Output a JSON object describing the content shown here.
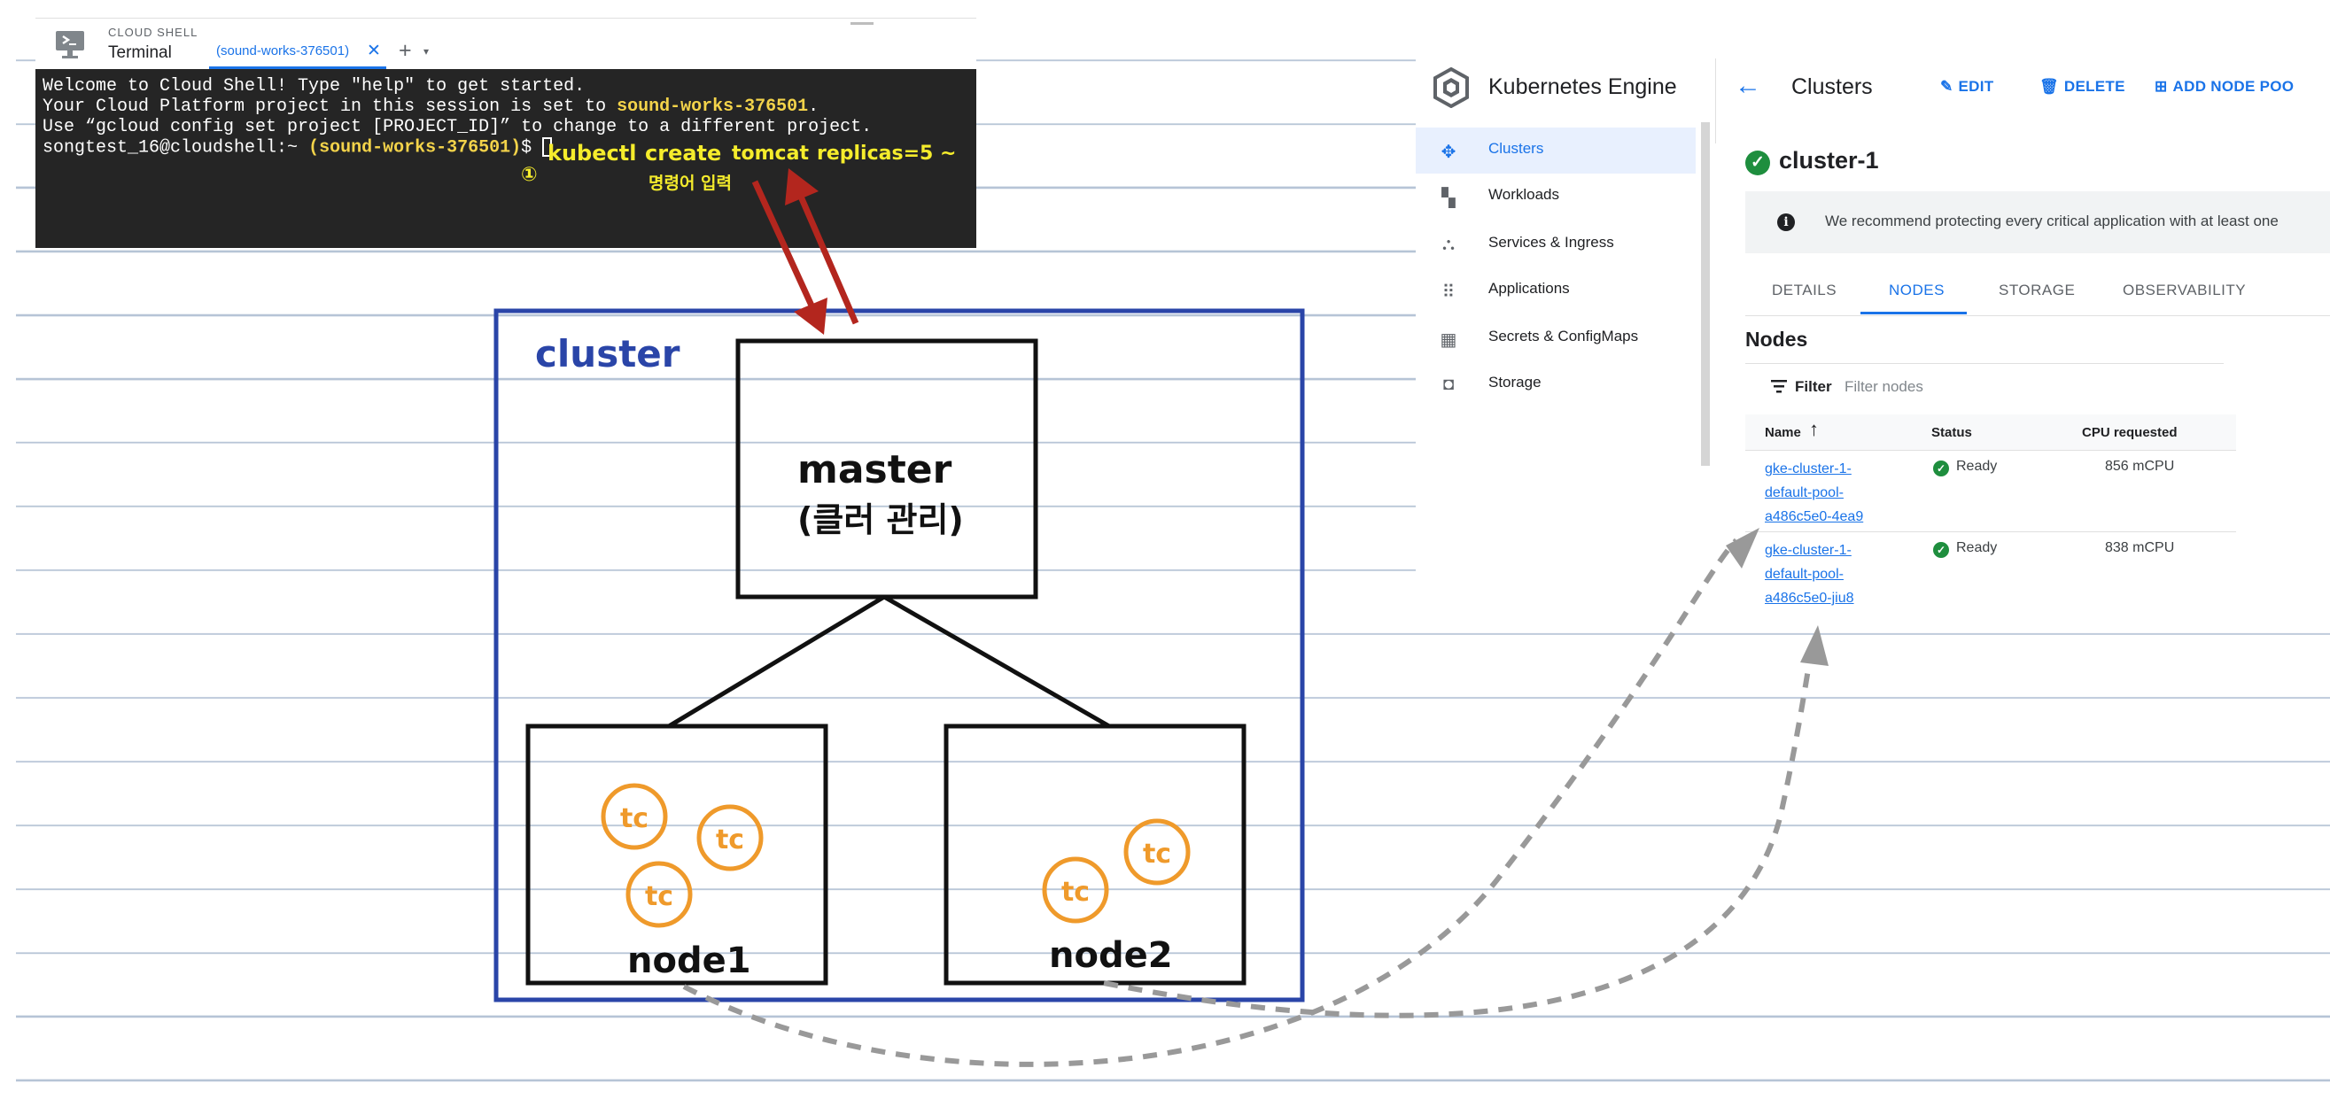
{
  "cloud_shell": {
    "heading": "CLOUD SHELL",
    "subheading": "Terminal",
    "tab_label": "(sound-works-376501)",
    "tab_close": "✕",
    "add_tab": "+",
    "add_tab_caret": "▾",
    "terminal_lines": [
      "Welcome to Cloud Shell! Type \"help\" to get started.",
      "Your Cloud Platform project in this session is set to ",
      "Use “gcloud config set project [PROJECT_ID]” to change to a different project.",
      "songtest_16@cloudshell:~ "
    ],
    "project_id": "sound-works-376501",
    "project_period": ".",
    "prompt_project": "(sound-works-376501)",
    "prompt_symbol": "$ "
  },
  "annotations": {
    "command": "kubectl",
    "create": "create",
    "tomcat": "tomcat",
    "replicas": "replicas=5 ~",
    "step": "①",
    "korean_note": "명령어 입력",
    "cluster": "cluster",
    "master": "master",
    "master_note": "(클러 관리)",
    "node1": "node1",
    "node2": "node2",
    "pod": "tc"
  },
  "gke": {
    "product_title": "Kubernetes Engine",
    "nav": [
      {
        "label": "Clusters",
        "icon": "clusters-icon"
      },
      {
        "label": "Workloads",
        "icon": "workloads-icon"
      },
      {
        "label": "Services & Ingress",
        "icon": "services-icon"
      },
      {
        "label": "Applications",
        "icon": "applications-icon"
      },
      {
        "label": "Secrets & ConfigMaps",
        "icon": "secrets-icon"
      },
      {
        "label": "Storage",
        "icon": "storage-icon"
      }
    ],
    "page_title": "Clusters",
    "actions": {
      "edit": "EDIT",
      "delete": "DELETE",
      "add_node_pool": "ADD NODE POO"
    },
    "cluster_name": "cluster-1",
    "banner": "We recommend protecting every critical application with at least one",
    "tabs": [
      "DETAILS",
      "NODES",
      "STORAGE",
      "OBSERVABILITY"
    ],
    "active_tab": "NODES",
    "section_title": "Nodes",
    "filter_label": "Filter",
    "filter_placeholder": "Filter nodes",
    "columns": [
      "Name",
      "Status",
      "CPU requested"
    ],
    "nodes": [
      {
        "name": "gke-cluster-1-default-pool-a486c5e0-4ea9",
        "status": "Ready",
        "cpu": "856 mCPU"
      },
      {
        "name": "gke-cluster-1-default-pool-a486c5e0-jiu8",
        "status": "Ready",
        "cpu": "838 mCPU"
      }
    ],
    "colors": {
      "accent": "#1a73e8",
      "ok": "#1e8e3e"
    }
  }
}
